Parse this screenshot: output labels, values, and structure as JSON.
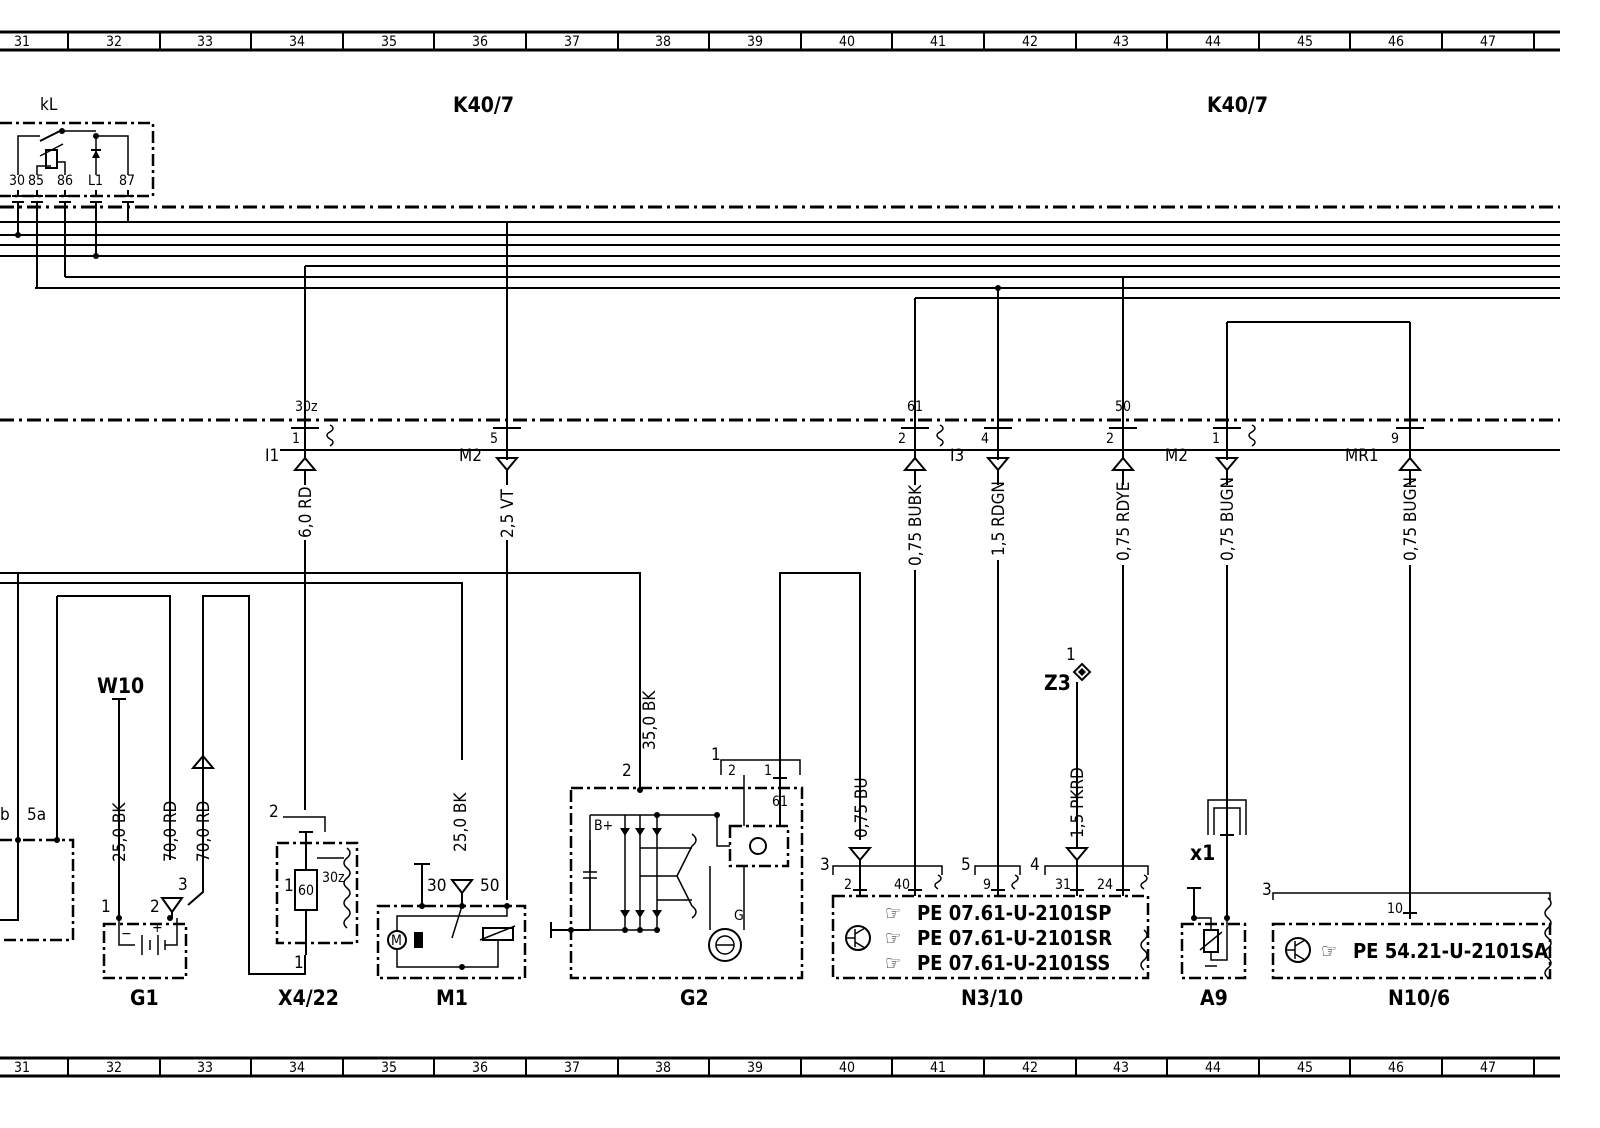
{
  "grid_numbers": [
    "31",
    "32",
    "33",
    "34",
    "35",
    "36",
    "37",
    "38",
    "39",
    "40",
    "41",
    "42",
    "43",
    "44",
    "45",
    "46",
    "47"
  ],
  "titles": {
    "relay": "kL",
    "k40_left": "K40/7",
    "k40_right": "K40/7"
  },
  "relay_pins": [
    "30",
    "85",
    "86",
    "L1",
    "87"
  ],
  "connector_k40": {
    "p1": "1",
    "p30z": "30z",
    "p5": "5",
    "p2a": "2",
    "p61": "61",
    "p4": "4",
    "p2b": "2",
    "p50": "50",
    "p1b": "1",
    "p9": "9",
    "I1": "I1",
    "M2a": "M2",
    "I3": "I3",
    "M2b": "M2",
    "MR1": "MR1"
  },
  "wire_labels": {
    "w1": "6,0 RD",
    "w2": "2,5 VT",
    "w3": "0,75 BUBK",
    "w4": "1,5 RDGN",
    "w5": "0,75 RDYE",
    "w6": "0,75 BUGN",
    "w7": "0,75 BUGN",
    "w8": "25,0 BK",
    "w9": "70,0 RD",
    "w10": "70,0 RD",
    "w11": "25,0 BK",
    "w12": "35,0 BK",
    "w13": "0,75 BU",
    "w14": "1,5 PKRD"
  },
  "components": {
    "G1": "G1",
    "X4_22": "X4/22",
    "M1": "M1",
    "G2": "G2",
    "N3_10": "N3/10",
    "A9": "A9",
    "N10_6": "N10/6",
    "W10": "W10",
    "Z3": "Z3",
    "x1": "x1"
  },
  "pins": {
    "b": "b",
    "5a": "5a",
    "g1_1": "1",
    "g1_2": "2",
    "g1_3": "3",
    "x4_2": "2",
    "x4_1": "1",
    "x4_60": "60",
    "x4_30z": "30z",
    "m1_30": "30",
    "m1_50": "50",
    "g2_2": "2",
    "g2_1": "1",
    "g2_p2": "2",
    "g2_p1": "1",
    "g2_61": "61",
    "g2_bplus": "B+",
    "g2_g": "G",
    "n3_3": "3",
    "n3_2": "2",
    "n3_40": "40",
    "n3_5": "5",
    "n3_9": "9",
    "n3_4": "4",
    "n3_31": "31",
    "n3_24": "24",
    "z3_1": "1",
    "n10_3": "3",
    "n10_10": "10"
  },
  "pe_refs": {
    "n3_a": "PE  07.61-U-2101SP",
    "n3_b": "PE  07.61-U-2101SR",
    "n3_c": "PE  07.61-U-2101SS",
    "n10": "PE  54.21-U-2101SA"
  },
  "icons": {
    "pointer": "pointing-hand-icon",
    "transistor": "transistor-icon"
  }
}
